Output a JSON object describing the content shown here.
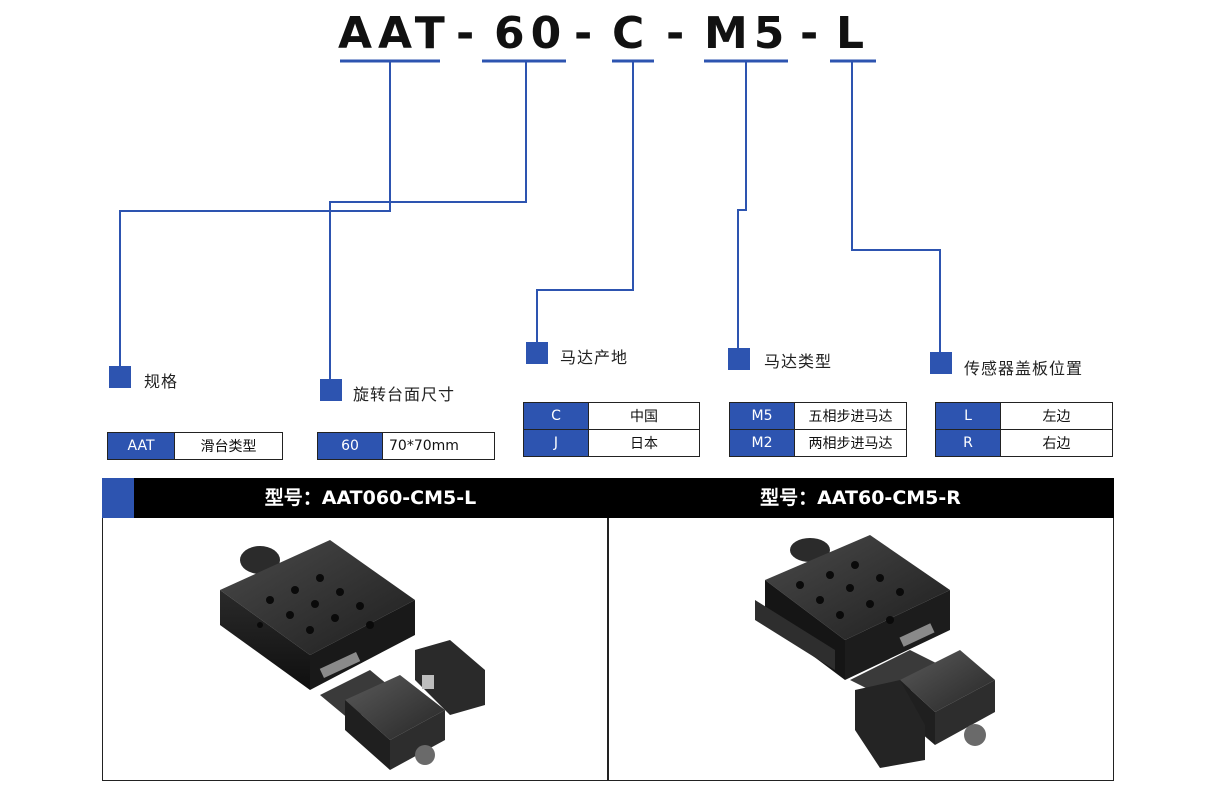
{
  "code": {
    "segments": [
      "AAT",
      "60",
      "C",
      "M5",
      "L"
    ],
    "separator": "-"
  },
  "categories": {
    "spec": "规格",
    "size": "旋转台面尺寸",
    "origin": "马达产地",
    "motor": "马达类型",
    "sensor": "传感器盖板位置"
  },
  "options": {
    "spec": [
      {
        "key": "AAT",
        "value": "滑台类型"
      }
    ],
    "size": [
      {
        "key": "60",
        "value": "70*70mm"
      }
    ],
    "origin": [
      {
        "key": "C",
        "value": "中国"
      },
      {
        "key": "J",
        "value": "日本"
      }
    ],
    "motor": [
      {
        "key": "M5",
        "value": "五相步进马达"
      },
      {
        "key": "M2",
        "value": "两相步进马达"
      }
    ],
    "sensor": [
      {
        "key": "L",
        "value": "左边"
      },
      {
        "key": "R",
        "value": "右边"
      }
    ]
  },
  "models": [
    {
      "label": "型号：AAT060-CM5-L"
    },
    {
      "label": "型号：AAT60-CM5-R"
    }
  ],
  "colors": {
    "accent": "#2d54b0",
    "header_bg": "#000000"
  }
}
